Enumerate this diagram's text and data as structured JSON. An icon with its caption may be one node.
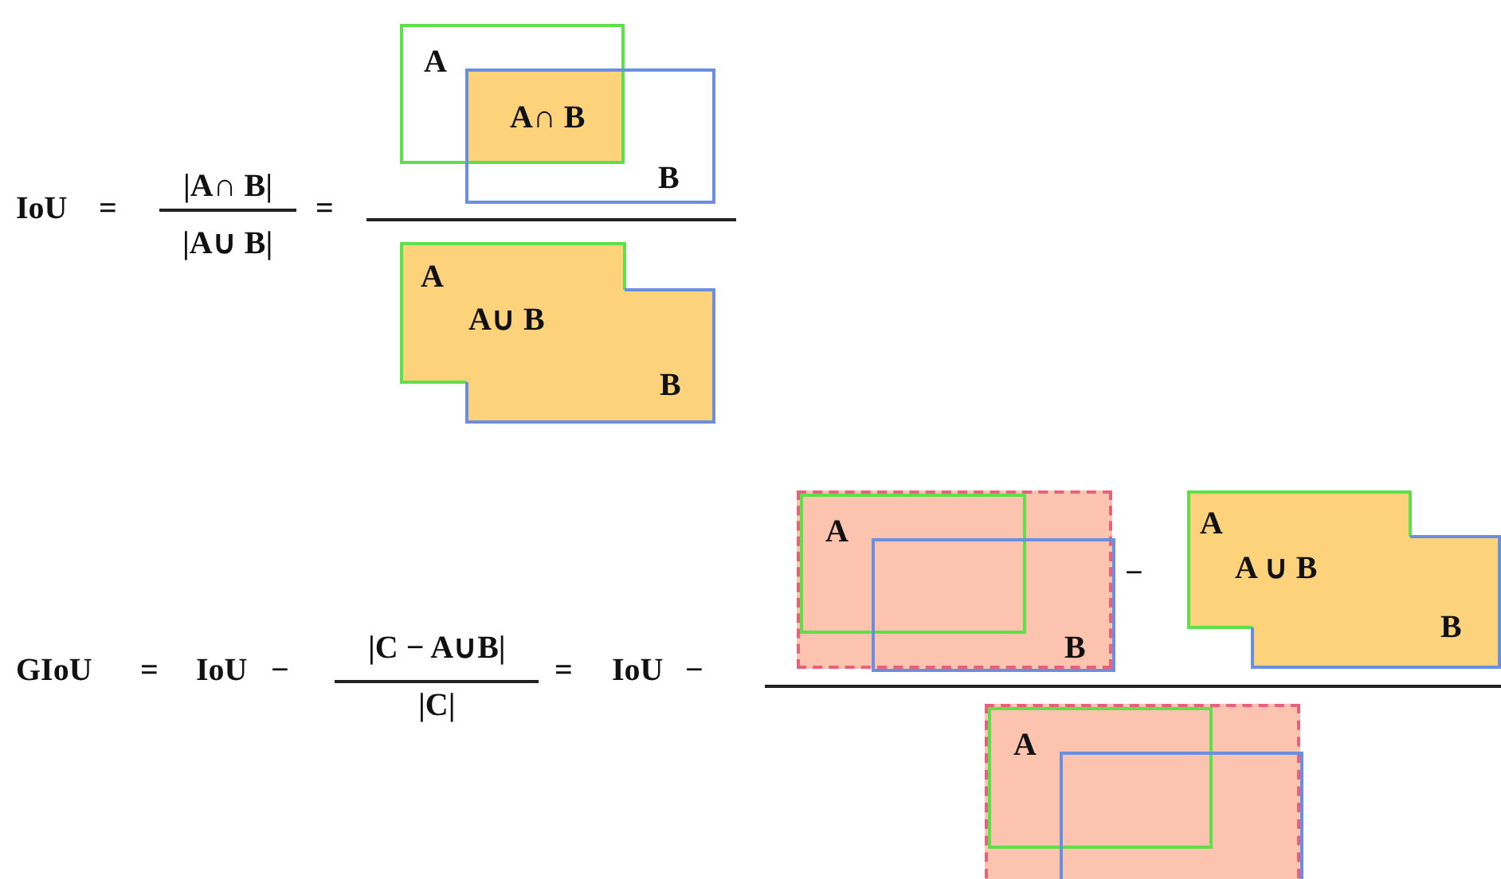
{
  "diagram": {
    "nodes": [
      {
        "text": [
          "A"
        ]
      },
      {
        "text": [
          "B"
        ]
      },
      {
        "text": [
          "A∩ B"
        ]
      },
      {
        "text": [
          "A",
          "A∪ B",
          "B"
        ]
      },
      {
        "text": [],
        "shape": "box"
      },
      {
        "text": [
          "A"
        ],
        "in": 4
      },
      {
        "text": [
          "B"
        ],
        "in": 4
      },
      {
        "text": [
          "A",
          "A ∪ B",
          "B"
        ]
      },
      {
        "text": [],
        "shape": "box"
      },
      {
        "text": [
          "A"
        ],
        "in": 8
      },
      {
        "text": [],
        "shape": "box",
        "in": 8
      }
    ],
    "labels": [
      "IoU",
      "=",
      "|A∩ B|",
      "|A∪ B|",
      "=",
      "GIoU",
      "=",
      "IoU",
      "−",
      "|C − A∪B|",
      "|C|",
      "=",
      "IoU",
      "−",
      "−"
    ]
  }
}
